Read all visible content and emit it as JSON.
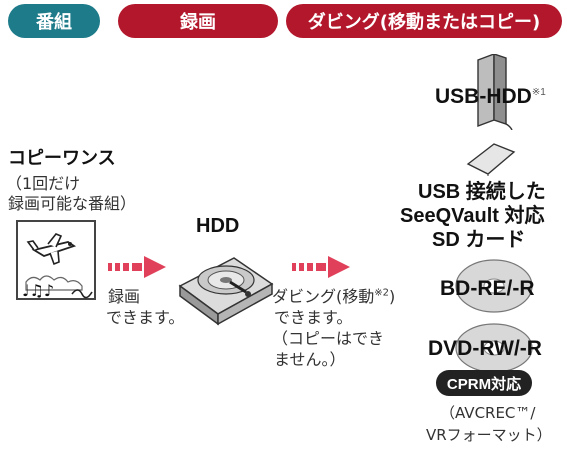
{
  "header": {
    "tab1": "番組",
    "tab2": "録画",
    "tab3": "ダビング(移動またはコピー)"
  },
  "source": {
    "title": "コピーワンス",
    "note_line1": "（1回だけ",
    "note_line2": "録画可能な番組）"
  },
  "record": {
    "line1": "録画",
    "line2": "できます。"
  },
  "hdd": {
    "label": "HDD"
  },
  "dubbing": {
    "line1": "ダビング(移動",
    "sup": "※2",
    "line1_end": ")",
    "line2": "できます。",
    "line3": "（コピーはでき",
    "line4": "ません。）"
  },
  "targets": {
    "usb_hdd": "USB-HDD",
    "usb_hdd_sup": "※1",
    "seeqvault_line1": "USB 接続した",
    "seeqvault_line2": "SeeQVault 対応",
    "seeqvault_line3": "SD カード",
    "bdre": "BD-RE/-R",
    "dvdrw": "DVD-RW/-R",
    "cprm": "CPRM対応",
    "format_line1": "（AVCREC™/",
    "format_line2": "VRフォーマット）"
  },
  "colors": {
    "tab_teal": "#1e7b8a",
    "tab_red": "#b3172c",
    "arrow_red": "#e0405a"
  }
}
